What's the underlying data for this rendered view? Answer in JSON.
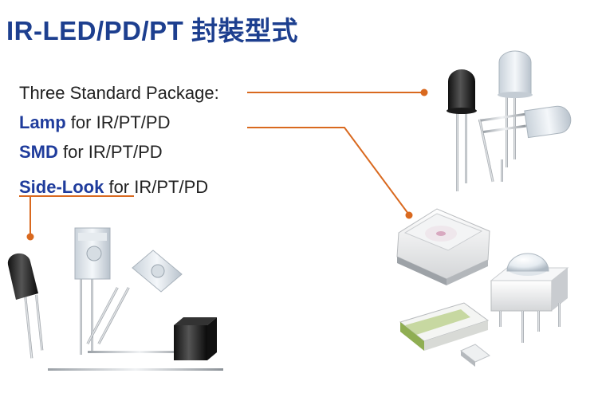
{
  "title": "IR-LED/PD/PT 封裝型式",
  "lines": {
    "intro": "Three Standard Package:",
    "lamp": {
      "keyword": "Lamp",
      "rest": " for IR/PT/PD"
    },
    "smd": {
      "keyword": "SMD",
      "rest": " for IR/PT/PD"
    },
    "side": {
      "keyword": "Side-Look",
      "rest": " for IR/PT/PD"
    }
  },
  "colors": {
    "title": "#1d3f8f",
    "keyword": "#1f3c9c",
    "connector": "#d9691f"
  }
}
